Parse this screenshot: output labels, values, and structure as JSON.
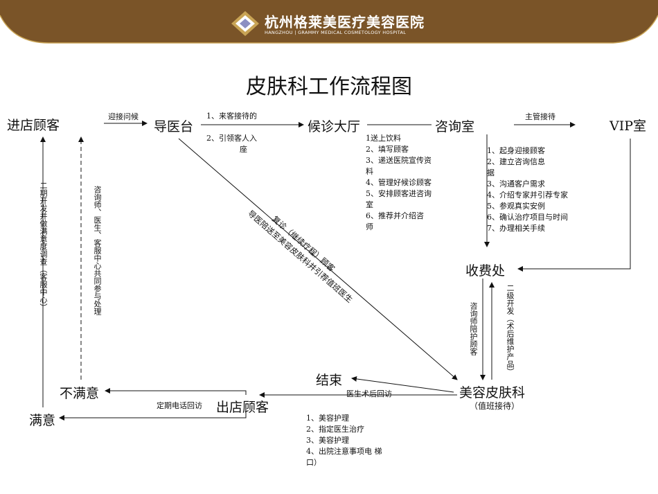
{
  "header": {
    "hospital_name_cn": "杭州格莱美医疗美容医院",
    "hospital_name_en": "HANGZHOU | GRAMMY  MEDICAL COSMETOLOGY HOSPITAL",
    "bg_color": "#7a5428",
    "accent_color": "#c9a455"
  },
  "title": "皮肤科工作流程图",
  "nodes": {
    "enter_customer": "进店顾客",
    "guide_desk": "导医台",
    "waiting_hall": "候诊大厅",
    "consult_room": "咨询室",
    "vip_room": "VIP室",
    "cashier": "收费处",
    "derm_dept": "美容皮肤科",
    "derm_dept_sub": "（值班接待）",
    "end": "结束",
    "leave_customer": "出店顾客",
    "unsatisfied": "不满意",
    "satisfied": "满意"
  },
  "labels": {
    "greet_ask": "迎接问候",
    "supervisor_receive": "主管接待",
    "phone_followup": "定期电话回访",
    "post_op_followup": "医生术后回访",
    "diagonal_line1": "导医陪送至美容皮肤科并引荐值班医生",
    "diagonal_line2": "复诊（继续疗程）顾客",
    "consultant_escort": "咨询师陪护顾客",
    "secondary_dev": "二级开发（术后维护产品）",
    "left_vertical": "二期开发并做满意度调查（客服中心）",
    "mid_vertical": "咨询师、医生、客服中心共同参与处理"
  },
  "notes": {
    "guide": [
      "1、来客接待的",
      "2、引领客人入",
      "   座"
    ],
    "waiting": [
      "1送上饮料",
      "2、填写顾客",
      "3、递送医院宣传资",
      "料",
      "4、管理好候诊顾客",
      "5、安排顾客进咨询",
      "室",
      "6、推荐并介绍咨",
      "师"
    ],
    "consult": [
      "1、起身迎接顾客",
      "2、建立咨询信息",
      "据",
      "3、沟通客户需求",
      "4、介绍专家并引荐专家",
      "5、参观真实安例",
      "6、确认治疗项目与时间",
      "7、办理相关手续"
    ],
    "derm": [
      "1、美容护理",
      "2、指定医生治疗",
      "3、美容护理",
      "4、出院注意事项电 梯",
      "口）"
    ]
  }
}
